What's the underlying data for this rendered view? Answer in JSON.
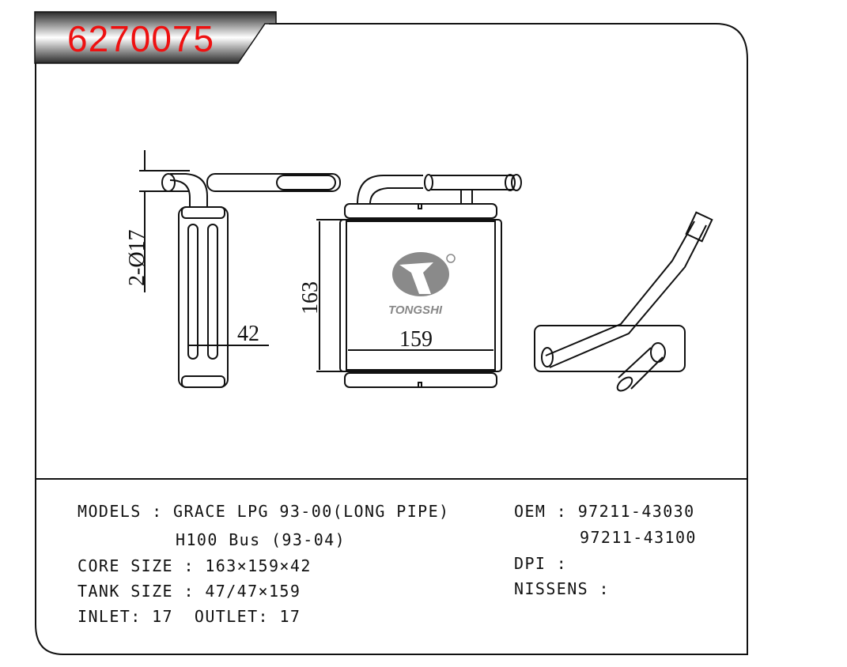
{
  "header": {
    "part_number": "6270075",
    "banner_color": "#ee1111"
  },
  "drawing": {
    "dim_pipe": "2-Ø17",
    "dim_depth": "42",
    "dim_height": "163",
    "dim_width": "159",
    "logo": {
      "brand": "TONGSHI",
      "registered": "®"
    }
  },
  "specs": {
    "models_label": "MODELS",
    "models_value": "GRACE LPG 93-00(LONG PIPE)",
    "models_value2": "H100 Bus (93-04)",
    "core_label": "CORE SIZE",
    "core_value": "163×159×42",
    "tank_label": "TANK SIZE",
    "tank_value": "47/47×159",
    "inlet_label": "INLET:",
    "inlet_value": "17",
    "outlet_label": "OUTLET:",
    "outlet_value": "17",
    "sep": ":"
  },
  "refs": {
    "oem_label": "OEM",
    "oem_values": [
      "97211-43030",
      "97211-43100"
    ],
    "dpi_label": "DPI",
    "dpi_value": "",
    "nissens_label": "NISSENS",
    "nissens_value": ""
  }
}
